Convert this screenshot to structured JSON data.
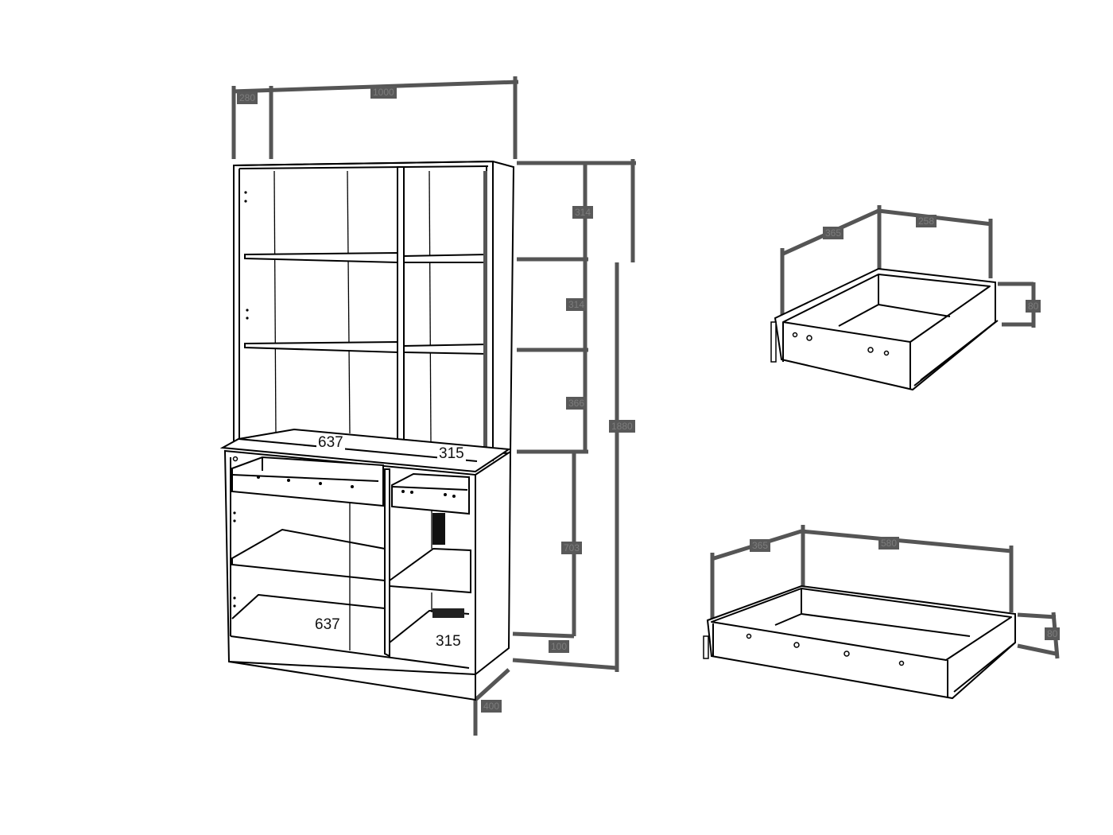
{
  "cabinet": {
    "dimensions": {
      "depth_top": "280",
      "width": "1000",
      "upper_shelf_1": "314",
      "upper_shelf_2": "314",
      "upper_shelf_3": "366",
      "total_height": "1880",
      "lower_height": "703",
      "plinth": "100",
      "base_depth": "400"
    },
    "interior_labels": {
      "upper_left_width": "637",
      "upper_right_width": "315",
      "lower_left_width": "637",
      "lower_right_width": "315"
    }
  },
  "drawer_small": {
    "depth": "365",
    "width": "258",
    "height": "80"
  },
  "drawer_large": {
    "depth": "365",
    "width": "580",
    "height": "80"
  },
  "colors": {
    "line": "#000000",
    "dimension": "#595959",
    "dimension_text": "#7d7d7d",
    "background": "#ffffff"
  }
}
